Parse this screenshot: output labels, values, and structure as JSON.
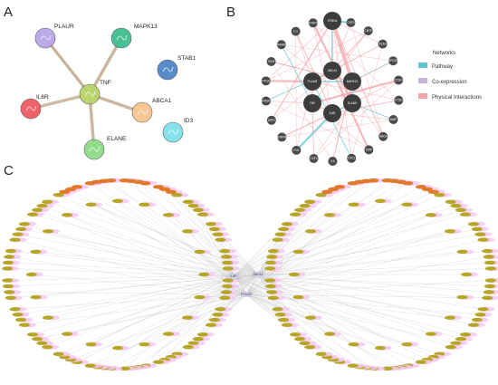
{
  "panels": {
    "a": {
      "letter": "A",
      "nodes": [
        {
          "id": "PLAUR",
          "label": "PLAUR",
          "color": "#b7a6e6"
        },
        {
          "id": "MAPK13",
          "label": "MAPK13",
          "color": "#3fbf8f"
        },
        {
          "id": "STAB1",
          "label": "STAB1",
          "color": "#4f86c6"
        },
        {
          "id": "TNF",
          "label": "TNF",
          "color": "#b9d46a"
        },
        {
          "id": "IL6R",
          "label": "IL6R",
          "color": "#ee5a63"
        },
        {
          "id": "ABCA1",
          "label": "ABCA1",
          "color": "#f6c58f"
        },
        {
          "id": "ID3",
          "label": "ID3",
          "color": "#7fe0ea"
        },
        {
          "id": "ELANE",
          "label": "ELANE",
          "color": "#8fdc86"
        }
      ],
      "edges": [
        [
          "TNF",
          "PLAUR"
        ],
        [
          "TNF",
          "MAPK13"
        ],
        [
          "TNF",
          "IL6R"
        ],
        [
          "TNF",
          "ABCA1"
        ],
        [
          "TNF",
          "ELANE"
        ]
      ]
    },
    "b": {
      "letter": "B",
      "core_nodes": [
        {
          "id": "STMN4",
          "label": "STMN4"
        },
        {
          "id": "ABCA1",
          "label": "ABCA1"
        },
        {
          "id": "PLAUR",
          "label": "PLAUR"
        },
        {
          "id": "MAPK13",
          "label": "MAPK13"
        },
        {
          "id": "TNF",
          "label": "TNF"
        },
        {
          "id": "IL6R",
          "label": "IL6R"
        },
        {
          "id": "ELANE",
          "label": "ELANE"
        }
      ],
      "outer_nodes": [
        {
          "id": "o1",
          "label": "CSF3"
        },
        {
          "id": "o2",
          "label": "CNTF"
        },
        {
          "id": "o3",
          "label": "KLK4"
        },
        {
          "id": "o4",
          "label": "SPG20"
        },
        {
          "id": "o5",
          "label": "CTSG"
        },
        {
          "id": "o6",
          "label": "CTSD"
        },
        {
          "id": "o7",
          "label": "MMP"
        },
        {
          "id": "o8",
          "label": "ABCA"
        },
        {
          "id": "o9",
          "label": "TIMP"
        },
        {
          "id": "o10",
          "label": "CXCL"
        },
        {
          "id": "o11",
          "label": "IL6"
        },
        {
          "id": "o12",
          "label": "CSF2"
        },
        {
          "id": "o13",
          "label": "FN1"
        },
        {
          "id": "o14",
          "label": "SERPINE"
        },
        {
          "id": "o15",
          "label": "SPP1"
        },
        {
          "id": "o16",
          "label": "TNFRSF1B"
        },
        {
          "id": "o17",
          "label": "PTGS"
        },
        {
          "id": "o18",
          "label": "TRAF"
        },
        {
          "id": "o19",
          "label": "TNFAIP"
        },
        {
          "id": "o20",
          "label": "IL1"
        },
        {
          "id": "o21",
          "label": "STAT3"
        },
        {
          "id": "o22",
          "label": "NFKB"
        }
      ],
      "legend": {
        "title": "Networks",
        "items": [
          {
            "label": "Pathway",
            "color": "#5cc6d3"
          },
          {
            "label": "Co-expression",
            "color": "#c8b2dc"
          },
          {
            "label": "Physical Interactions",
            "color": "#f2a3a8"
          }
        ]
      }
    },
    "c": {
      "letter": "C",
      "hubs": [
        {
          "id": "IL6R",
          "label": "IL6R"
        },
        {
          "id": "ABCA1",
          "label": "ABCA1"
        },
        {
          "id": "PLAUR",
          "label": "PLAUR"
        }
      ],
      "drug_node_count": 200,
      "colors": {
        "drug_fill": "#b7a524",
        "drug_halo": "#f4c8f2",
        "orange_fill": "#e07a2a",
        "hub_fill": "#d7d9ee",
        "edge": "#9a9a9a"
      }
    }
  }
}
